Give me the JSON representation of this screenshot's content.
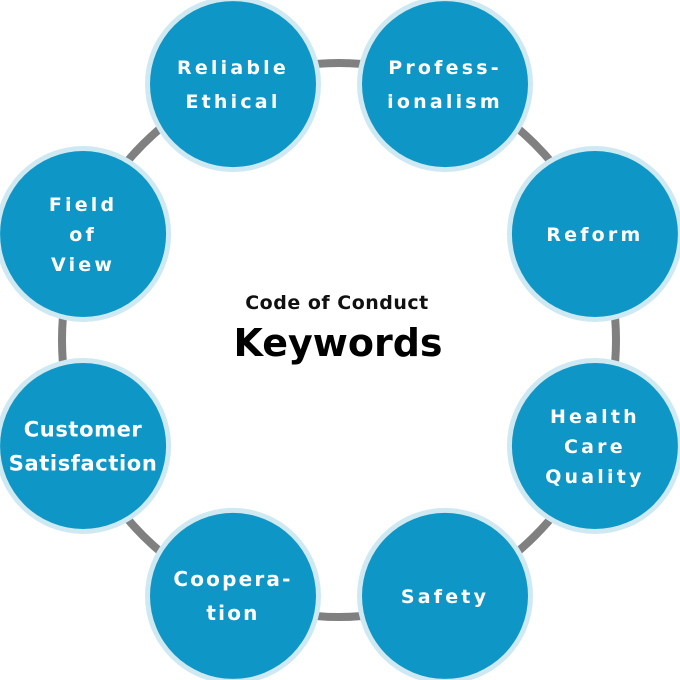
{
  "center": {
    "subtitle": "Code of Conduct",
    "title": "Keywords"
  },
  "colors": {
    "node_fill": "#0e96c6",
    "node_ring": "#cfe9f3",
    "connector": "#808080",
    "node_text": "#ffffff",
    "center_text": "#000000"
  },
  "nodes": [
    {
      "id": "reliable-ethical",
      "lines": [
        "Reliable",
        "Ethical"
      ],
      "spacing": "wide"
    },
    {
      "id": "professionalism",
      "lines": [
        "Profess-",
        "ionalism"
      ],
      "spacing": "wide"
    },
    {
      "id": "reform",
      "lines": [
        "Reform"
      ],
      "spacing": "wide"
    },
    {
      "id": "health-care-quality",
      "lines": [
        "Health",
        "Care",
        "Quality"
      ],
      "spacing": "wide"
    },
    {
      "id": "safety",
      "lines": [
        "Safety"
      ],
      "spacing": "wide"
    },
    {
      "id": "cooperation",
      "lines": [
        "Coopera-",
        "tion"
      ],
      "spacing": "medium"
    },
    {
      "id": "customer-satisfaction",
      "lines": [
        "Customer",
        "Satisfaction"
      ],
      "spacing": "normal"
    },
    {
      "id": "field-of-view",
      "lines": [
        "Field",
        "of",
        "View"
      ],
      "spacing": "wide"
    }
  ]
}
